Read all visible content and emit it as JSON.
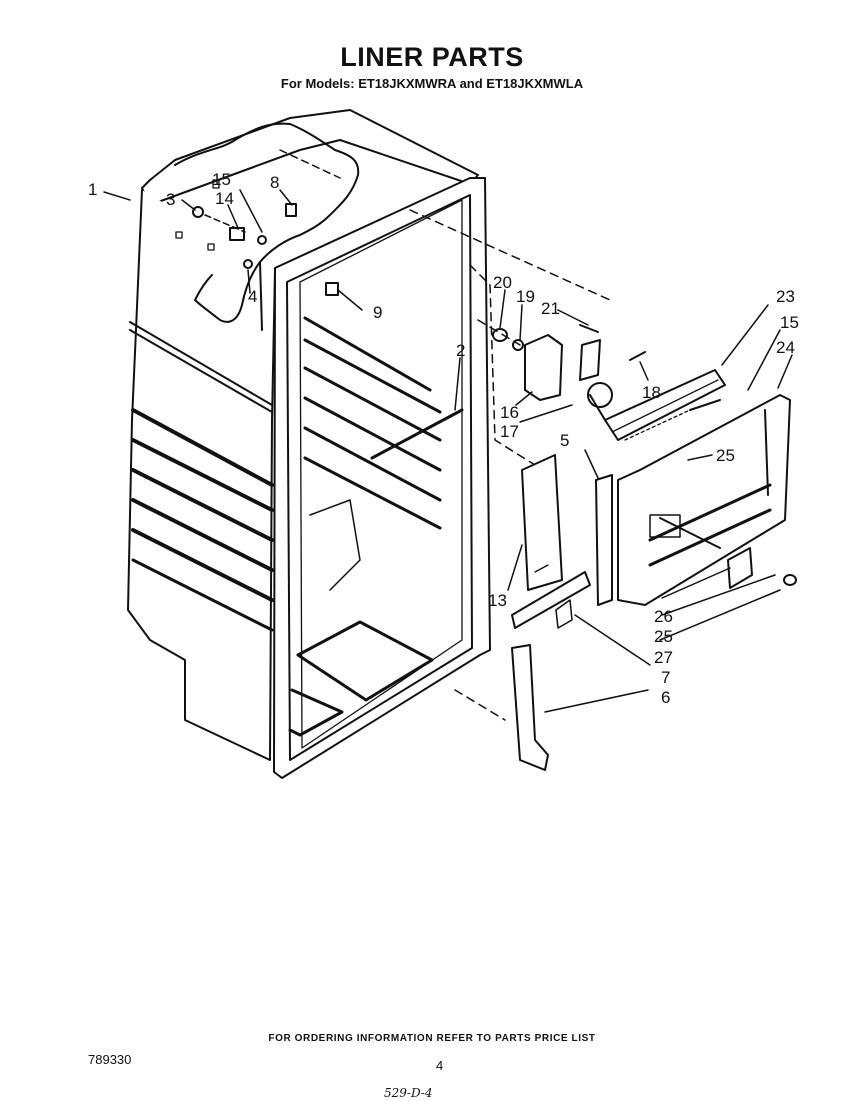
{
  "header": {
    "title": "LINER PARTS",
    "subtitle": "For Models: ET18JKXMWRA  and ET18JKXMWLA"
  },
  "footer": {
    "note": "FOR ORDERING INFORMATION REFER TO PARTS PRICE LIST",
    "doc_number": "789330",
    "page": "4",
    "handwritten": "529-D-4"
  },
  "callouts": {
    "c1": "1",
    "c2": "2",
    "c3": "3",
    "c4": "4",
    "c5": "5",
    "c6": "6",
    "c7": "7",
    "c8": "8",
    "c9": "9",
    "c13": "13",
    "c14": "14",
    "c15a": "15",
    "c15b": "15",
    "c16": "16",
    "c17": "17",
    "c18": "18",
    "c19": "19",
    "c20": "20",
    "c21": "21",
    "c23": "23",
    "c24": "24",
    "c25a": "25",
    "c25b": "25",
    "c26": "26",
    "c27": "27"
  },
  "colors": {
    "ink": "#111111",
    "paper": "#ffffff"
  }
}
